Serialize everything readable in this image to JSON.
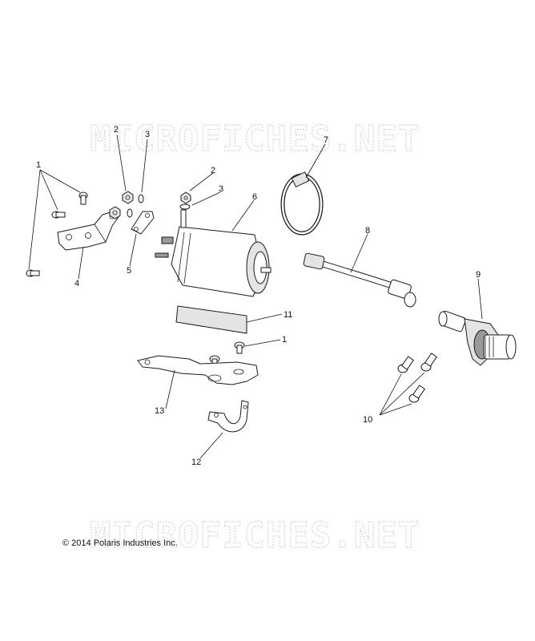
{
  "watermark": {
    "top": "MICROFICHES.NET",
    "bottom": "MICROFICHES.NET"
  },
  "copyright": "© 2014 Polaris Industries Inc.",
  "callouts": {
    "c1a": "1",
    "c1b": "1",
    "c2a": "2",
    "c2b": "2",
    "c3a": "3",
    "c3b": "3",
    "c4": "4",
    "c5": "5",
    "c6": "6",
    "c7": "7",
    "c8": "8",
    "c9": "9",
    "c10": "10",
    "c11": "11",
    "c12": "12",
    "c13": "13"
  }
}
